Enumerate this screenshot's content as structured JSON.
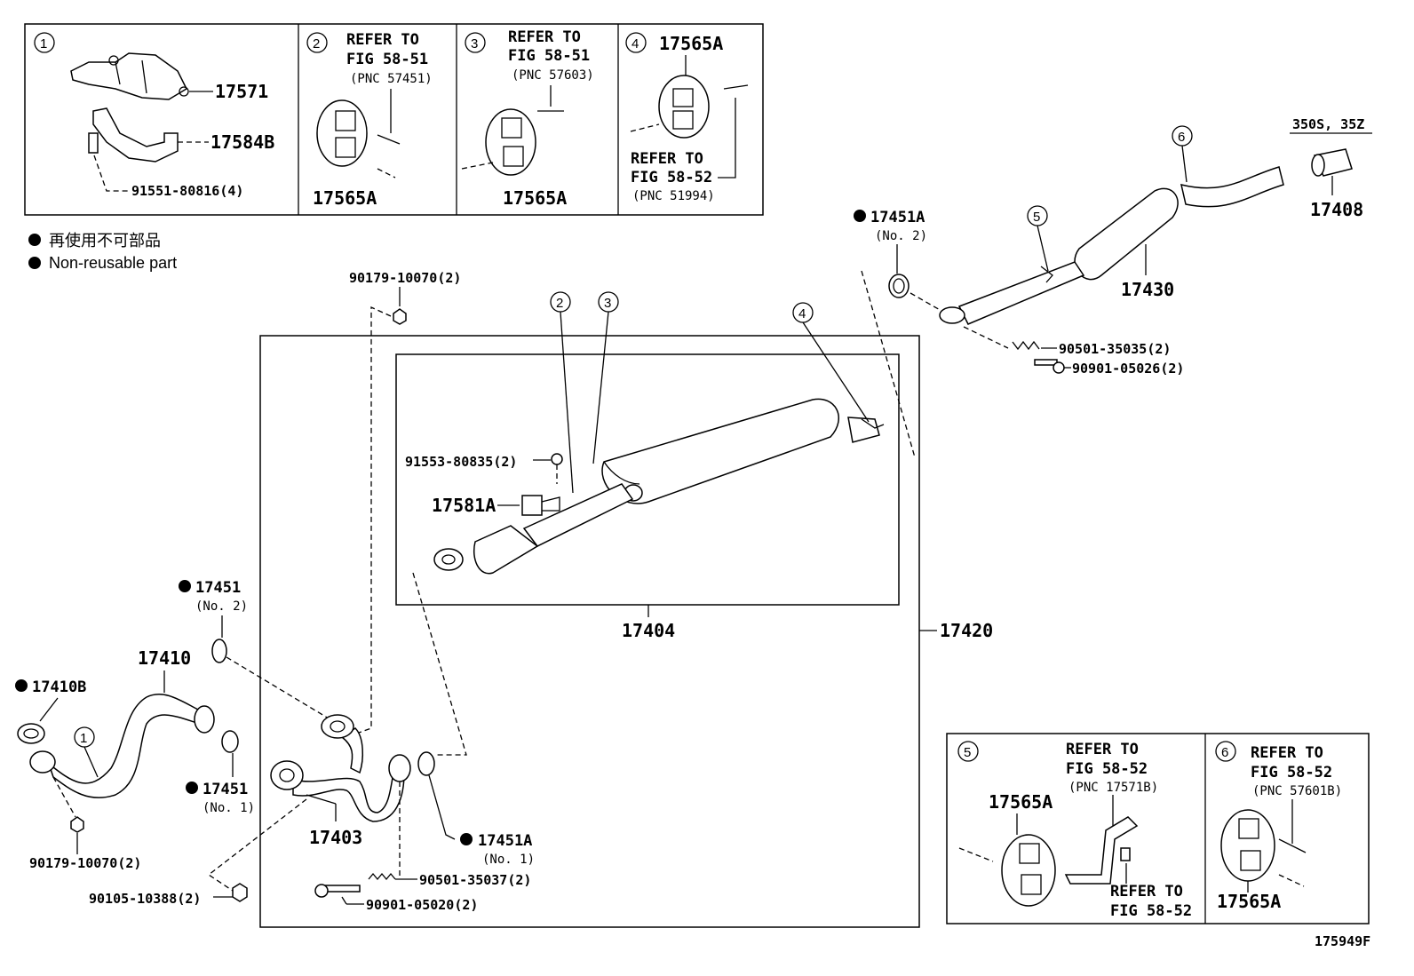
{
  "legend": {
    "jp": "再使用不可部品",
    "en": "Non-reusable part"
  },
  "figure_id": "175949F",
  "variant_note": "350S, 35Z",
  "detail_boxes": {
    "d1": {
      "num": "1",
      "parts": [
        "17571",
        "17584B",
        "91551-80816(4)"
      ]
    },
    "d2": {
      "num": "2",
      "refer": "REFER TO",
      "fig": "FIG 58-51",
      "pnc": "(PNC 57451)",
      "part": "17565A"
    },
    "d3": {
      "num": "3",
      "refer": "REFER TO",
      "fig": "FIG 58-51",
      "pnc": "(PNC 57603)",
      "part": "17565A"
    },
    "d4": {
      "num": "4",
      "part": "17565A",
      "refer": "REFER TO",
      "fig": "FIG 58-52",
      "pnc": "(PNC 51994)"
    },
    "d5": {
      "num": "5",
      "refer": "REFER TO",
      "fig": "FIG 58-52",
      "pnc": "(PNC 17571B)",
      "part": "17565A",
      "refer2": "REFER TO",
      "fig2": "FIG 58-52"
    },
    "d6": {
      "num": "6",
      "refer": "REFER TO",
      "fig": "FIG 58-52",
      "pnc": "(PNC 57601B)",
      "part": "17565A"
    }
  },
  "callouts": {
    "c1": "1",
    "c2": "2",
    "c3": "3",
    "c4": "4",
    "c5": "5",
    "c6": "6"
  },
  "labels": {
    "p17451A_top": "17451A",
    "p17451A_top_no": "(No. 2)",
    "p17430": "17430",
    "p17408": "17408",
    "p90501_35035": "90501-35035(2)",
    "p90901_05026": "90901-05026(2)",
    "p90179_top": "90179-10070(2)",
    "p91553": "91553-80835(2)",
    "p17581A": "17581A",
    "p17404": "17404",
    "p17420": "17420",
    "p17451_no2": "17451",
    "p17451_no2_sub": "(No. 2)",
    "p17410": "17410",
    "p17410B": "17410B",
    "p17451_no1": "17451",
    "p17451_no1_sub": "(No. 1)",
    "p17403": "17403",
    "p17451A_no1": "17451A",
    "p17451A_no1_sub": "(No. 1)",
    "p90179_bottom": "90179-10070(2)",
    "p90105": "90105-10388(2)",
    "p90501_35037": "90501-35037(2)",
    "p90901_05020": "90901-05020(2)"
  }
}
